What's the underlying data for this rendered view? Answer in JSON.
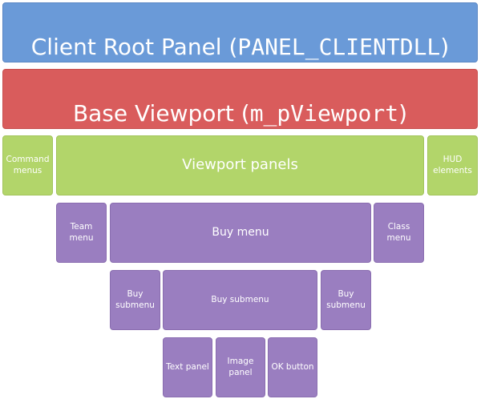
{
  "root_panel": {
    "label_plain": "Client Root Panel (",
    "label_code": "PANEL_CLIENTDLL",
    "label_close": ")"
  },
  "base_viewport": {
    "label_plain": "Base Viewport (",
    "label_code": "m_pViewport",
    "label_close": ")"
  },
  "row1": {
    "left": "Command\nmenus",
    "center": "Viewport panels",
    "right": "HUD\nelements"
  },
  "row2": {
    "left": "Team\nmenu",
    "center": "Buy menu",
    "right": "Class\nmenu"
  },
  "row3": {
    "left": "Buy\nsubmenu",
    "center": "Buy submenu",
    "right": "Buy\nsubmenu"
  },
  "row4": {
    "left": "Text panel",
    "center": "Image\npanel",
    "right": "OK button"
  },
  "colors": {
    "blue": "#6a9ad8",
    "red": "#d95c5c",
    "green": "#b2d56a",
    "purple": "#9a7ec0"
  }
}
